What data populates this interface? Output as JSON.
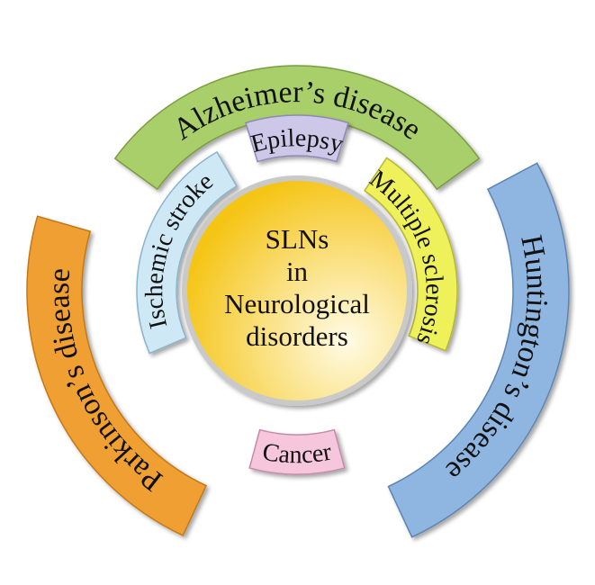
{
  "center": {
    "lines": [
      "SLNs",
      "in",
      "Neurological",
      "disorders"
    ],
    "gradient_inner": "#fffbe6",
    "gradient_outer": "#f5c518",
    "stroke": "#c9c9c9"
  },
  "segments": [
    {
      "key": "alzheimers",
      "label": "Alzheimer’s disease",
      "fill": "#a9cf6b",
      "stroke": "#7a9d3f"
    },
    {
      "key": "epilepsy",
      "label": "Epilepsy",
      "fill": "#cdc8e8",
      "stroke": "#8f88b8"
    },
    {
      "key": "multiple-sclerosis",
      "label": "Multiple sclerosis",
      "fill": "#eef15a",
      "stroke": "#b5b832"
    },
    {
      "key": "huntingtons",
      "label": "Huntington’s disease",
      "fill": "#8fb6e0",
      "stroke": "#5c84b3"
    },
    {
      "key": "cancer",
      "label": "Cancer",
      "fill": "#f5c6dc",
      "stroke": "#c48aa6"
    },
    {
      "key": "parkinsons",
      "label": "Parkinson’s disease",
      "fill": "#f0a033",
      "stroke": "#c27818"
    },
    {
      "key": "ischemic-stroke",
      "label": "Ischemic stroke",
      "fill": "#cfe8f5",
      "stroke": "#8bb3c9"
    }
  ]
}
